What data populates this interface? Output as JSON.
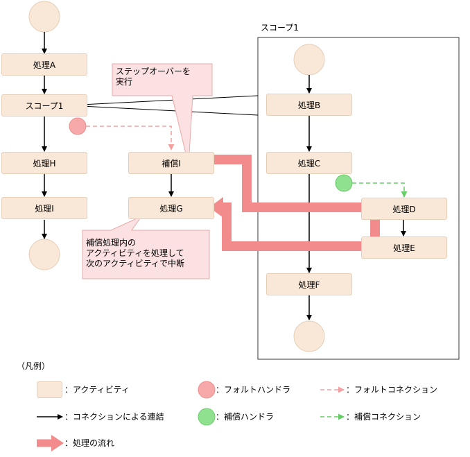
{
  "colors": {
    "activity_fill": "#f9e7d7",
    "fault_handler": "#f7a9a9",
    "compensation_handler": "#8fe08f",
    "flow_arrow": "#f28b8b",
    "callout_fill": "#fbe1e1"
  },
  "diagram": {
    "processA": "処理A",
    "scope1_node": "スコープ1",
    "processH": "処理H",
    "processI": "処理I",
    "compensationI": "補償I",
    "processG": "処理G",
    "scope_title": "スコープ1",
    "processB": "処理B",
    "processC": "処理C",
    "processD": "処理D",
    "processE": "処理E",
    "processF": "処理F",
    "callout_stepover": "ステップオーバーを\n実行",
    "callout_compensation": "補償処理内の\nアクティビティを処理して\n次のアクティビティで中断"
  },
  "legend": {
    "title": "（凡例）",
    "activity": "：アクティビティ",
    "connection": "：コネクションによる連結",
    "flow": "：処理の流れ",
    "fault_handler": "：フォルトハンドラ",
    "compensation_handler": "：補償ハンドラ",
    "fault_connection": "：フォルトコネクション",
    "compensation_connection": "：補償コネクション"
  }
}
